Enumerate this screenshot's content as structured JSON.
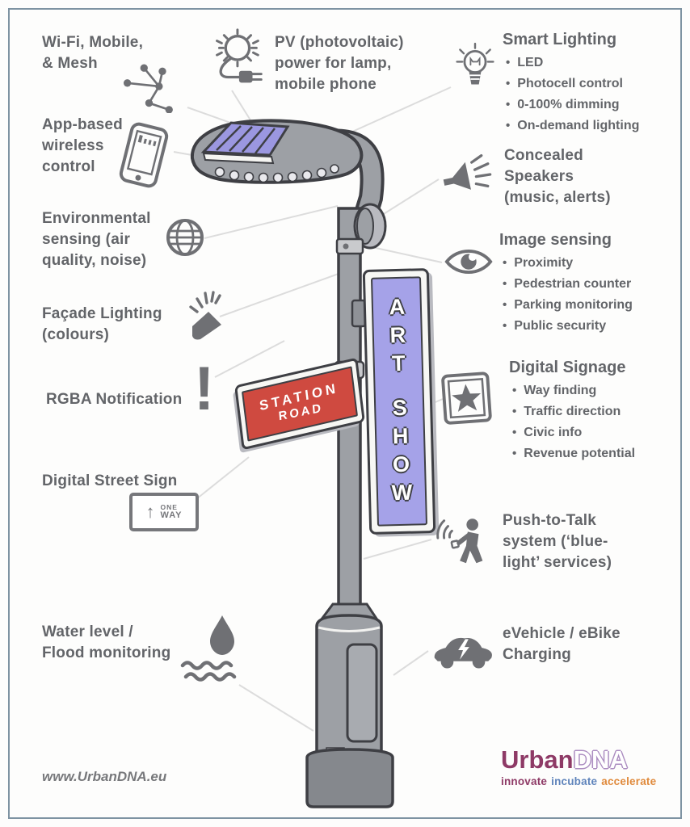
{
  "colors": {
    "frame_border": "#7e93a2",
    "text_gray": "#636569",
    "illustration_outline": "#3e3f44",
    "pole_gray": "#9da0a5",
    "solar_panel_purple": "#9b97e0",
    "banner_purple": "#a5a2e8",
    "sign_red": "#cf4a40",
    "logo_purple": "#8e3a66",
    "logo_blue": "#5f84bb",
    "logo_orange": "#e08a3c"
  },
  "features": {
    "wifi_mesh": {
      "label": "Wi-Fi, Mobile,\n& Mesh"
    },
    "app_control": {
      "label": "App-based\nwireless\ncontrol"
    },
    "pv": {
      "label": "PV (photovoltaic)\npower for lamp,\nmobile phone"
    },
    "smart_lighting": {
      "title": "Smart Lighting",
      "items": [
        "LED",
        "Photocell control",
        "0-100% dimming",
        "On-demand lighting"
      ]
    },
    "speakers": {
      "label": "Concealed\nSpeakers\n(music, alerts)"
    },
    "environmental": {
      "label": "Environmental\nsensing (air\nquality, noise)"
    },
    "image_sensing": {
      "title": "Image sensing",
      "items": [
        "Proximity",
        "Pedestrian counter",
        "Parking monitoring",
        "Public security"
      ]
    },
    "facade": {
      "label": "Façade Lighting\n(colours)"
    },
    "rgba": {
      "label": "RGBA Notification",
      "icon_glyph": "!"
    },
    "signage": {
      "title": "Digital Signage",
      "items": [
        "Way finding",
        "Traffic direction",
        "Civic info",
        "Revenue potential"
      ]
    },
    "street_sign": {
      "label": "Digital Street Sign",
      "arrow": "↑",
      "one": "ONE",
      "way": "WAY"
    },
    "ptt": {
      "label": "Push-to-Talk\nsystem (‘blue-\nlight’ services)"
    },
    "water": {
      "label": "Water level /\nFlood monitoring"
    },
    "ev": {
      "label": "eVehicle / eBike\nCharging"
    }
  },
  "pole": {
    "banner_word1": "ART",
    "banner_word2": "SHOW",
    "street_sign_line1": "STATION",
    "street_sign_line2": "ROAD"
  },
  "footer": {
    "url": "www.UrbanDNA.eu"
  },
  "logo": {
    "urban": "Urban",
    "dna": "DNA",
    "tagline": [
      "innovate",
      "incubate",
      "accelerate"
    ]
  }
}
